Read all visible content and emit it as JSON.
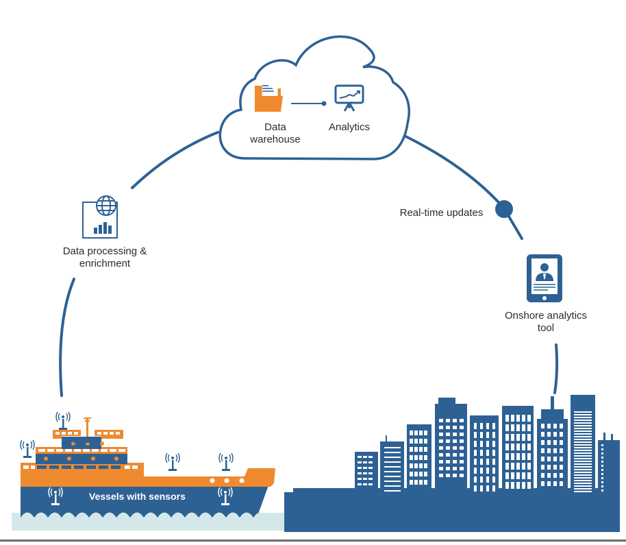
{
  "diagram": {
    "colors": {
      "primary_blue": "#2d6194",
      "accent_orange": "#ef8a2e",
      "water": "#d4e8ea",
      "text": "#2b2b2b",
      "white": "#ffffff"
    },
    "nodes": {
      "cloud": {
        "data_warehouse": {
          "label_line1": "Data",
          "label_line2": "warehouse",
          "icon": "folder-document-icon"
        },
        "analytics": {
          "label": "Analytics",
          "icon": "presentation-chart-icon"
        }
      },
      "processing": {
        "label_line1": "Data processing &",
        "label_line2": "enrichment",
        "icon": "globe-chart-icon"
      },
      "realtime": {
        "label": "Real-time updates"
      },
      "onshore": {
        "label_line1": "Onshore analytics",
        "label_line2": "tool",
        "icon": "tablet-user-icon"
      },
      "vessel": {
        "label": "Vessels with sensors",
        "icon": "ship-icon",
        "sensor_icon": "antenna-icon"
      },
      "city": {
        "icon": "city-skyline-icon"
      }
    }
  }
}
